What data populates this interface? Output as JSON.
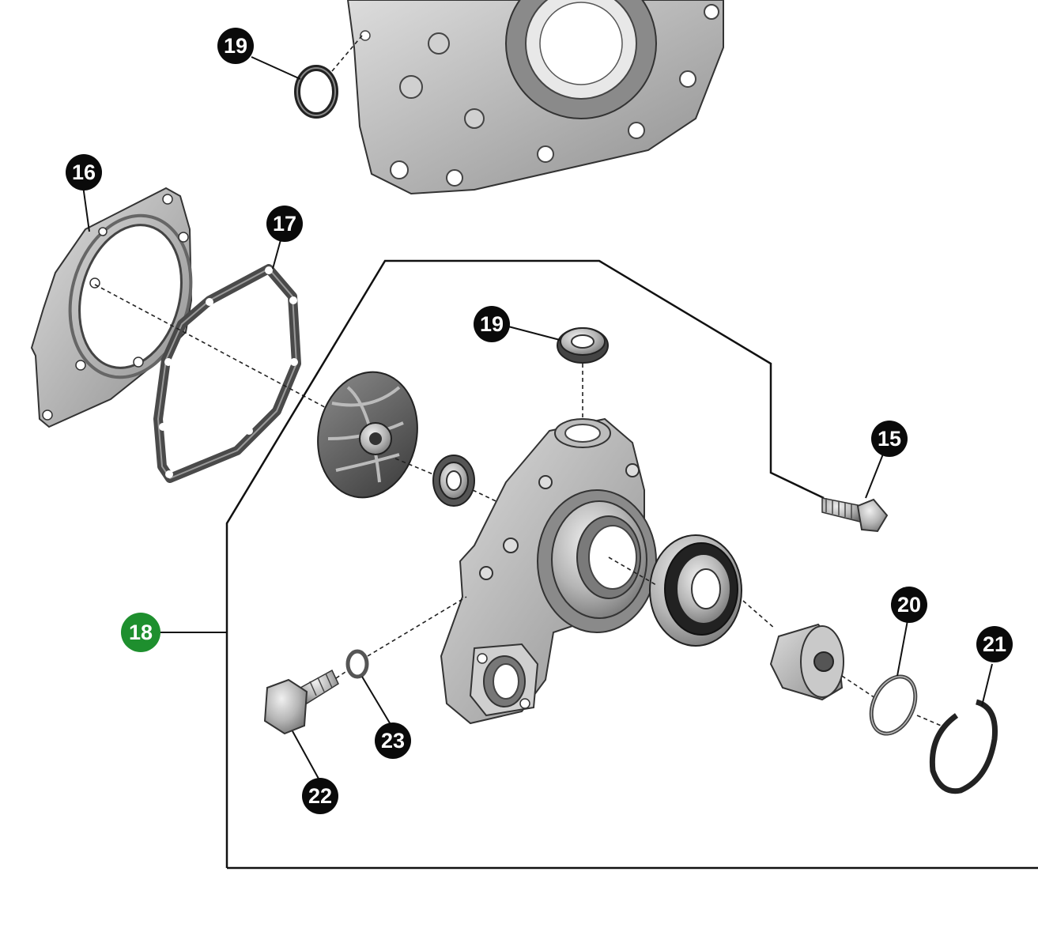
{
  "diagram": {
    "callouts": [
      {
        "id": "c19a",
        "label": "19",
        "style": "black"
      },
      {
        "id": "c16",
        "label": "16",
        "style": "black"
      },
      {
        "id": "c17",
        "label": "17",
        "style": "black"
      },
      {
        "id": "c19b",
        "label": "19",
        "style": "black"
      },
      {
        "id": "c15",
        "label": "15",
        "style": "black"
      },
      {
        "id": "c18",
        "label": "18",
        "style": "green"
      },
      {
        "id": "c20",
        "label": "20",
        "style": "black"
      },
      {
        "id": "c21",
        "label": "21",
        "style": "black"
      },
      {
        "id": "c23",
        "label": "23",
        "style": "black"
      },
      {
        "id": "c22",
        "label": "22",
        "style": "black"
      }
    ],
    "colors": {
      "callout_black": "#0a0a0a",
      "callout_green": "#1e8f2e",
      "metal_light": "#c9c9c9",
      "metal_mid": "#9a9a9a",
      "metal_dark": "#555555",
      "gasket": "#4a4a4a"
    }
  }
}
